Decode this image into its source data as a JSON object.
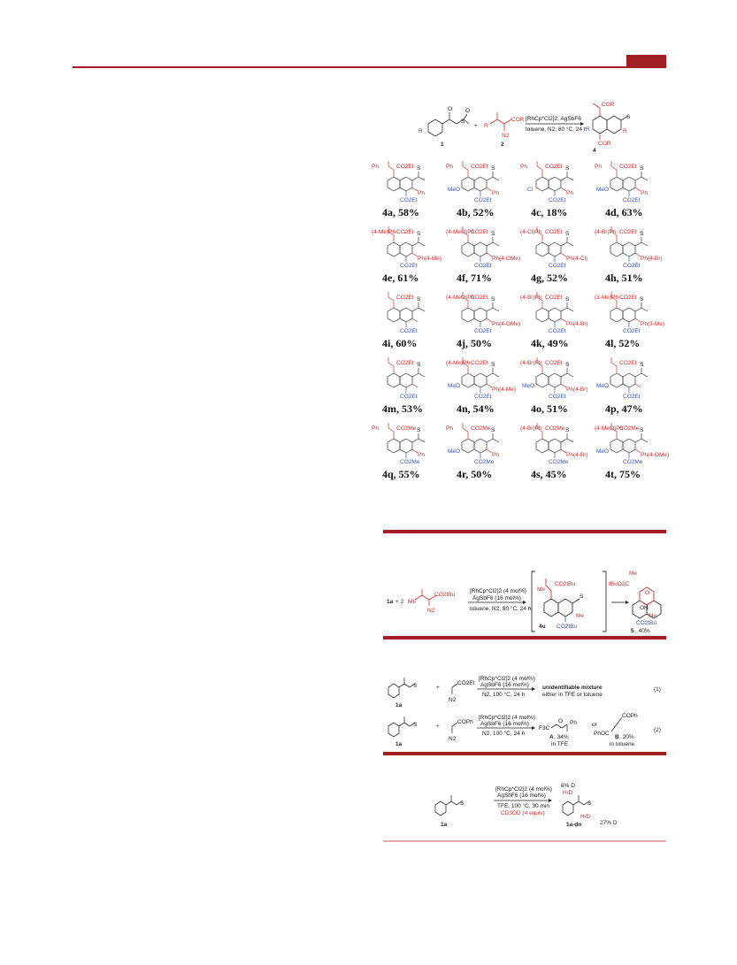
{
  "header": {
    "accent_color": "#a31f25"
  },
  "scheme_main": {
    "reagent_1": "1",
    "reagent_2": "2",
    "product": "4",
    "plus": "+",
    "r1_label": "R",
    "conditions_top": "[RhCp*Cl2]2, AgSbF6",
    "conditions_bottom": "toluene, N2, 80 °C, 24 h",
    "cor_label": "COR",
    "n2_label": "N2",
    "s_label": "S",
    "o_label": "O"
  },
  "products": [
    {
      "id": "4a",
      "yield": "58%",
      "sub_left": "Ph",
      "ester": "CO2Et",
      "aryl": "Ph",
      "hasMeO": false,
      "hasCl": false
    },
    {
      "id": "4b",
      "yield": "52%",
      "sub_left": "Ph",
      "ester": "CO2Et",
      "aryl": "Ph",
      "hasMeO": true,
      "hasCl": false
    },
    {
      "id": "4c",
      "yield": "18%",
      "sub_left": "Ph",
      "ester": "CO2Et",
      "aryl": "Ph",
      "hasMeO": false,
      "hasCl": true
    },
    {
      "id": "4d",
      "yield": "63%",
      "sub_left": "Ph",
      "ester": "CO2Et",
      "aryl": "Ph",
      "hasMeO": true,
      "hasCl": false
    },
    {
      "id": "4e",
      "yield": "61%",
      "sub_left": "(4-Me)Ph",
      "ester": "CO2Et",
      "aryl": "Ph(4-Me)",
      "hasMeO": false,
      "hasCl": false
    },
    {
      "id": "4f",
      "yield": "71%",
      "sub_left": "(4-MeO)Ph",
      "ester": "CO2Et",
      "aryl": "Ph(4-OMe)",
      "hasMeO": false,
      "hasCl": false
    },
    {
      "id": "4g",
      "yield": "52%",
      "sub_left": "(4-Cl)Ph",
      "ester": "CO2Et",
      "aryl": "Ph(4-Cl)",
      "hasMeO": false,
      "hasCl": false
    },
    {
      "id": "4h",
      "yield": "51%",
      "sub_left": "(4-Br)Ph",
      "ester": "CO2Et",
      "aryl": "Ph(4-Br)",
      "hasMeO": false,
      "hasCl": false
    },
    {
      "id": "4i",
      "yield": "60%",
      "sub_left": "",
      "ester": "CO2Et",
      "aryl": "",
      "hasMeO": false,
      "hasCl": false
    },
    {
      "id": "4j",
      "yield": "50%",
      "sub_left": "(4-MeO)Ph",
      "ester": "CO2Et",
      "aryl": "Ph(4-OMe)",
      "hasMeO": false,
      "hasCl": false
    },
    {
      "id": "4k",
      "yield": "49%",
      "sub_left": "(4-Br)Ph",
      "ester": "CO2Et",
      "aryl": "Ph(4-Br)",
      "hasMeO": false,
      "hasCl": false
    },
    {
      "id": "4l",
      "yield": "52%",
      "sub_left": "(3-Me)Ph",
      "ester": "CO2Et",
      "aryl": "Ph(3-Me)",
      "hasMeO": false,
      "hasCl": false
    },
    {
      "id": "4m",
      "yield": "53%",
      "sub_left": "",
      "ester": "CO2Et",
      "aryl": "",
      "hasMeO": false,
      "hasCl": false
    },
    {
      "id": "4n",
      "yield": "54%",
      "sub_left": "(4-Me)Ph",
      "ester": "CO2Et",
      "aryl": "Ph(4-Me)",
      "hasMeO": true,
      "hasCl": false
    },
    {
      "id": "4o",
      "yield": "51%",
      "sub_left": "(4-Br)Ph",
      "ester": "CO2Et",
      "aryl": "Ph(4-Br)",
      "hasMeO": true,
      "hasCl": false
    },
    {
      "id": "4p",
      "yield": "47%",
      "sub_left": "",
      "ester": "CO2Et",
      "aryl": "",
      "hasMeO": true,
      "hasCl": false
    },
    {
      "id": "4q",
      "yield": "55%",
      "sub_left": "Ph",
      "ester": "CO2Me",
      "aryl": "Ph",
      "hasMeO": false,
      "hasCl": false
    },
    {
      "id": "4r",
      "yield": "50%",
      "sub_left": "Ph",
      "ester": "CO2Me",
      "aryl": "Ph",
      "hasMeO": true,
      "hasCl": false
    },
    {
      "id": "4s",
      "yield": "45%",
      "sub_left": "(4-Br)Ph",
      "ester": "CO2Me",
      "aryl": "Ph(4-Br)",
      "hasMeO": false,
      "hasCl": false
    },
    {
      "id": "4t",
      "yield": "75%",
      "sub_left": "(4-MeO)Ph",
      "ester": "CO2Me",
      "aryl": "Ph(4-OMe)",
      "hasMeO": true,
      "hasCl": false
    }
  ],
  "scheme_4u": {
    "start": "1a",
    "plus": "+ 2",
    "reagent_me": "Me",
    "reagent_ester": "CO2tBu",
    "reagent_n2": "N2",
    "cond_1": "[RhCp*Cl2]2 (4 mol%)",
    "cond_2": "AgSbF6 (16 mol%)",
    "cond_3": "toluene, N2, 80 °C, 24 h",
    "intermediate": "4u",
    "int_me": "Me",
    "int_ester_top": "CO2tBu",
    "int_ester_bottom": "CO2tBu",
    "int_me2": "Me",
    "product_ester": "tBuO2C",
    "product_me": "Me",
    "product_oh": "OH",
    "product_o": "O",
    "product_me2": "Me",
    "product_ester2": "CO2tBu",
    "product_label": "5",
    "product_yield": ", 40%"
  },
  "scheme_control": {
    "r1_start": "1a",
    "r1_reagent": "CO2Et",
    "r1_n2": "N2",
    "r1_cond_1": "[RhCp*Cl2]2 (4 mol%)",
    "r1_cond_2": "AgSbF6 (16 mol%)",
    "r1_cond_3": "N2, 100 °C, 24 h",
    "r1_result": "unidentifiable mixture",
    "r1_result_sub": "either in TFE or toluene",
    "r1_eq": "(1)",
    "r2_start": "1a",
    "r2_reagent": "COPh",
    "r2_n2": "N2",
    "r2_cond_1": "[RhCp*Cl2]2 (4 mol%)",
    "r2_cond_2": "AgSbF6 (16 mol%)",
    "r2_cond_3": "N2, 100 °C, 24 h",
    "r2_prodA_cf3": "F3C",
    "r2_prodA_ph": "Ph",
    "r2_prodA_label": "A",
    "r2_prodA_yield": ", 34%",
    "r2_prodA_solv": "in TFE",
    "r2_or": "or",
    "r2_prodB_coph": "COPh",
    "r2_prodB_phoc": "PhOC",
    "r2_prodB_label": "B",
    "r2_prodB_yield": ", 20%",
    "r2_prodB_solv": "in toluene",
    "r2_eq": "(2)"
  },
  "scheme_deut": {
    "start": "1a",
    "cond_1": "[RhCp*Cl2]2 (4 mol%)",
    "cond_2": "AgSbF6 (16 mol%)",
    "cond_3": "TFE, 100 °C, 30 min",
    "cond_4": "CD3OD (4 equiv)",
    "d_top": "6% D",
    "hd_1": "H/D",
    "hd_2": "H/D",
    "d_bottom": "27% D",
    "product": "1a-dn"
  }
}
